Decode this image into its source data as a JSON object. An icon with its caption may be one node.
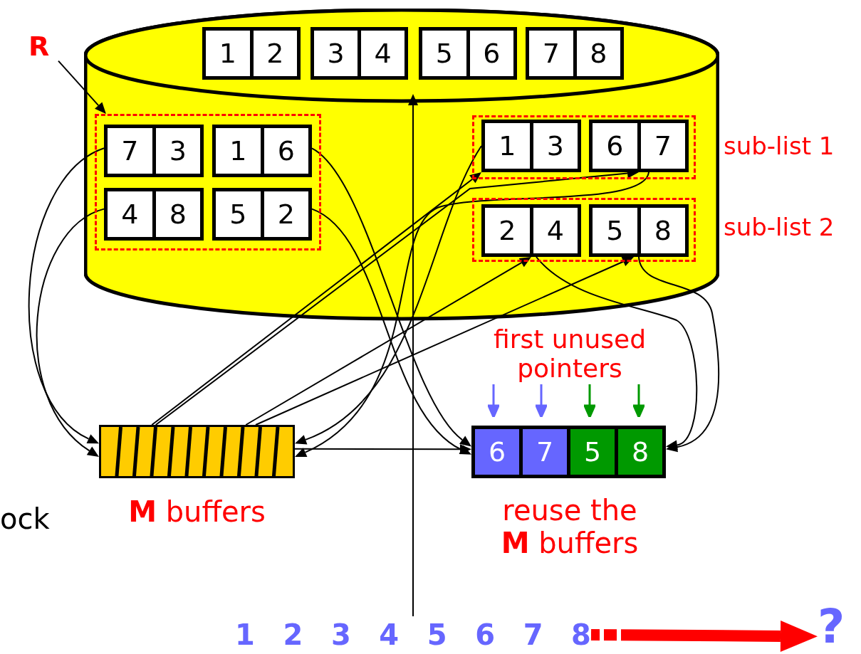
{
  "diagram": {
    "nodes": [
      {
        "text": [],
        "shape": "cylinder"
      },
      {
        "text": [
          "1",
          "2"
        ],
        "in": 0
      },
      {
        "text": [
          "3",
          "4"
        ],
        "in": 0
      },
      {
        "text": [
          "5",
          "6"
        ],
        "in": 0
      },
      {
        "text": [
          "7",
          "8"
        ],
        "in": 0
      },
      {
        "text": [],
        "shape": "box",
        "in": 0
      },
      {
        "text": [
          "7",
          "3"
        ],
        "in": 5
      },
      {
        "text": [
          "1",
          "6"
        ],
        "in": 5
      },
      {
        "text": [
          "4",
          "8"
        ],
        "in": 5
      },
      {
        "text": [
          "5",
          "2"
        ],
        "in": 5
      },
      {
        "text": [],
        "shape": "box",
        "in": 0,
        "beside": [
          "sub-list 1"
        ]
      },
      {
        "text": [
          "1",
          "3"
        ],
        "in": 10
      },
      {
        "text": [
          "6",
          "7"
        ],
        "in": 10
      },
      {
        "text": [],
        "shape": "box",
        "in": 0,
        "beside": [
          "sub-list 2"
        ]
      },
      {
        "text": [
          "2",
          "4"
        ],
        "in": 13
      },
      {
        "text": [
          "5",
          "8"
        ],
        "in": 13
      },
      {
        "text": [],
        "shape": "bar",
        "beside": [
          "**M** buffers"
        ]
      },
      {
        "text": [
          "6",
          "7",
          "5",
          "8"
        ],
        "beside": [
          "first unused pointers",
          "reuse the **M** buffers"
        ]
      },
      {
        "text": [
          "R"
        ]
      },
      {
        "text": [
          "1",
          "2",
          "3",
          "4",
          "5",
          "6",
          "7",
          "8"
        ]
      },
      {
        "text": [
          "?"
        ]
      }
    ],
    "edges": [
      {
        "from": 18,
        "to": 5,
        "arrow": "to"
      },
      {
        "from": 6,
        "to": 16,
        "arrow": "to"
      },
      {
        "from": 8,
        "to": 16,
        "arrow": "to"
      },
      {
        "from": 7,
        "to": 17,
        "arrow": "to"
      },
      {
        "from": 9,
        "to": 17,
        "arrow": "to"
      },
      {
        "from": 16,
        "to": 11,
        "arrow": "to"
      },
      {
        "from": 16,
        "to": 12,
        "arrow": "to"
      },
      {
        "from": 16,
        "to": 14,
        "arrow": "to"
      },
      {
        "from": 16,
        "to": 15,
        "arrow": "to"
      },
      {
        "from": 11,
        "to": 16,
        "arrow": "to"
      },
      {
        "from": 12,
        "to": 16,
        "arrow": "to"
      },
      {
        "from": 14,
        "to": 17,
        "arrow": "to"
      },
      {
        "from": 15,
        "to": 17,
        "arrow": "to"
      },
      {
        "from": 16,
        "to": 17,
        "arrow": "to"
      },
      {
        "from": 19,
        "to": null,
        "arrow": "to"
      },
      {
        "from": 19,
        "to": 20,
        "arrow": "to",
        "style": "thick",
        "color": "#ff0000"
      }
    ],
    "labels": [
      "ock"
    ]
  }
}
